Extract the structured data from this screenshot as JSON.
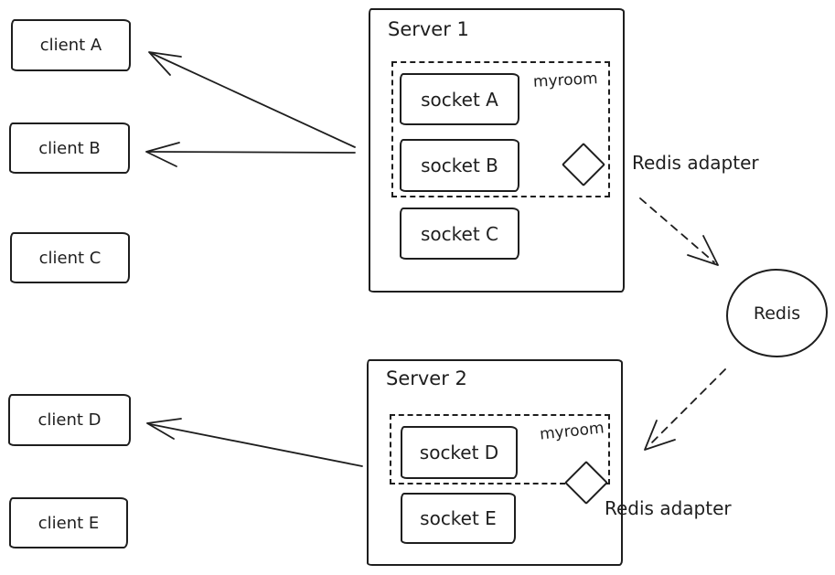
{
  "canvas": {
    "background": "#ffffff",
    "stroke_color": "#1e1e1e"
  },
  "clients": [
    {
      "label": "client A"
    },
    {
      "label": "client B"
    },
    {
      "label": "client C"
    },
    {
      "label": "client D"
    },
    {
      "label": "client E"
    }
  ],
  "server1": {
    "title": "Server 1",
    "room_label": "myroom",
    "sockets": [
      {
        "label": "socket A"
      },
      {
        "label": "socket B"
      },
      {
        "label": "socket C"
      }
    ],
    "adapter_label": "Redis adapter",
    "adapter_icon": "diamond"
  },
  "server2": {
    "title": "Server 2",
    "room_label": "myroom",
    "sockets": [
      {
        "label": "socket D"
      },
      {
        "label": "socket E"
      }
    ],
    "adapter_label": "Redis adapter",
    "adapter_icon": "diamond"
  },
  "redis": {
    "label": "Redis"
  }
}
